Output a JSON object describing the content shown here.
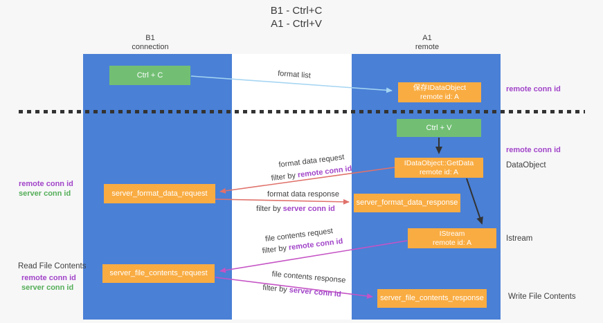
{
  "title": {
    "line1": "B1 - Ctrl+C",
    "line2": "A1 - Ctrl+V"
  },
  "lifelines": {
    "left": {
      "name": "B1",
      "role": "connection"
    },
    "right": {
      "name": "A1",
      "role": "remote"
    }
  },
  "boxes": {
    "ctrl_c": {
      "label": "Ctrl + C"
    },
    "saved_object": {
      "line1": "保存IDataObject",
      "line2": "remote id: A"
    },
    "ctrl_v": {
      "label": "Ctrl + V"
    },
    "getdata": {
      "line1": "IDataObject::GetData",
      "line2": "remote id: A"
    },
    "format_request": {
      "label": "server_format_data_request"
    },
    "format_response": {
      "label": "server_format_data_response"
    },
    "istream": {
      "line1": "IStream",
      "line2": "remote id: A"
    },
    "file_request": {
      "label": "server_file_contents_request"
    },
    "file_response": {
      "label": "server_file_contents_response"
    }
  },
  "arrow_labels": {
    "format_list": "format list",
    "format_data_request": "format data request",
    "format_data_response": "format data response",
    "file_contents_request": "file contents request",
    "file_contents_response": "file contents response",
    "filter_by": "filter by",
    "remote_conn_id": "remote conn id",
    "server_conn_id": "server conn id"
  },
  "annotations": {
    "remote_conn_id_top": "remote conn id",
    "remote_conn_id_mid": "remote conn id",
    "dataobject": "DataObject",
    "istream": "Istream",
    "write_file_contents": "Write File Contents",
    "left_remote_conn_id_1": "remote conn id",
    "left_server_conn_id_1": "server conn id",
    "read_file_contents": "Read File Contents",
    "left_remote_conn_id_2": "remote conn id",
    "left_server_conn_id_2": "server conn id"
  },
  "colors": {
    "column_blue": "#4a80d6",
    "box_orange": "#f9ac42",
    "box_green": "#72bf74",
    "arrow_light_blue": "#a5d5f2",
    "arrow_red": "#e0716a",
    "arrow_magenta": "#c553c5",
    "arrow_black": "#333333",
    "text_purple": "#a144c8",
    "text_green": "#54ae58"
  }
}
